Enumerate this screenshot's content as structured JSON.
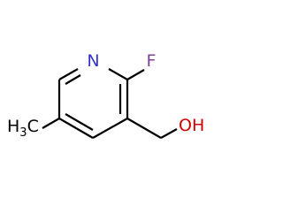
{
  "molecule": {
    "atoms": {
      "nitrogen": {
        "text": "N",
        "color": "#3333cc"
      },
      "fluorine": {
        "text": "F",
        "color": "#7f3f99"
      },
      "hydroxyl": {
        "text": "OH",
        "color": "#cc0000"
      },
      "methyl": {
        "main": "H",
        "subscript": "3",
        "tail": "C",
        "color": "#000000"
      }
    },
    "bond_color": "#000000"
  }
}
